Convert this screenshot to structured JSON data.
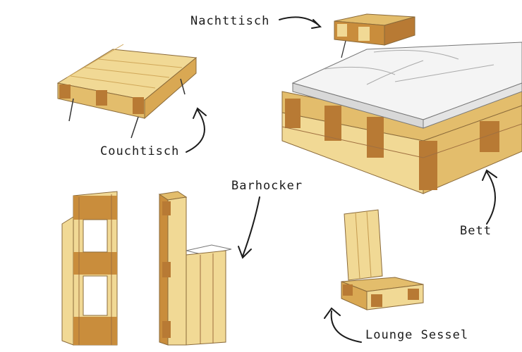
{
  "labels": {
    "nachttisch": "Nachttisch",
    "couchtisch": "Couchtisch",
    "barhocker": "Barhocker",
    "bett": "Bett",
    "lounge_sessel": "Lounge Sessel"
  },
  "colors": {
    "wood_light": "#f1d995",
    "wood_mid": "#e3bd6c",
    "wood_dark": "#c98d3c",
    "wood_block": "#b87a34",
    "mattress": "#f4f4f4",
    "mattress_shadow": "#d8d8d8",
    "ink": "#1c1c1c"
  }
}
